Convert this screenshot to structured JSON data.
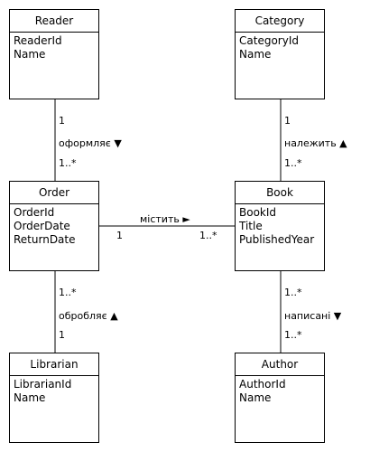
{
  "classes": {
    "reader": {
      "name": "Reader",
      "attributes": [
        "ReaderId",
        "Name"
      ]
    },
    "category": {
      "name": "Category",
      "attributes": [
        "CategoryId",
        "Name"
      ]
    },
    "order": {
      "name": "Order",
      "attributes": [
        "OrderId",
        "OrderDate",
        "ReturnDate"
      ]
    },
    "book": {
      "name": "Book",
      "attributes": [
        "BookId",
        "Title",
        "PublishedYear"
      ]
    },
    "librarian": {
      "name": "Librarian",
      "attributes": [
        "LibrarianId",
        "Name"
      ]
    },
    "author": {
      "name": "Author",
      "attributes": [
        "AuthorId",
        "Name"
      ]
    }
  },
  "associations": {
    "reader_order": {
      "label": "оформляє ▼",
      "mult_top": "1",
      "mult_bottom": "1..*"
    },
    "category_book": {
      "label": "належить ▲",
      "mult_top": "1",
      "mult_bottom": "1..*"
    },
    "order_book": {
      "label": "містить ►",
      "mult_left": "1",
      "mult_right": "1..*"
    },
    "order_librarian": {
      "label": "обробляє ▲",
      "mult_top": "1..*",
      "mult_bottom": "1"
    },
    "book_author": {
      "label": "написані ▼",
      "mult_top": "1..*",
      "mult_bottom": "1..*"
    }
  }
}
